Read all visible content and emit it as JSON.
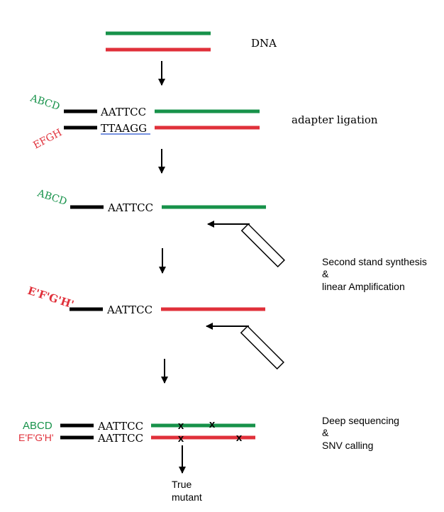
{
  "colors": {
    "green": "#17924a",
    "red": "#e0303a",
    "black": "#000000",
    "blue_underline": "#4a6fd6"
  },
  "icons": {
    "arrow": "arrow-icon",
    "primer": "primer-bar-icon",
    "mutation": "x-mark-icon"
  },
  "step1": {
    "label": "DNA"
  },
  "step2": {
    "label": "adapter ligation",
    "top_adapter": "ABCD",
    "bottom_adapter": "EFGH",
    "top_seq": "AATTCC",
    "bottom_seq": "TTAAGG"
  },
  "step3": {
    "adapter": "ABCD",
    "seq": "AATTCC"
  },
  "step4": {
    "adapter": "E'F'G'H'",
    "seq": "AATTCC",
    "label_line1": "Second stand synthesis",
    "label_line2": "&",
    "label_line3": "linear Amplification"
  },
  "step5": {
    "top_adapter": "ABCD",
    "bottom_adapter": "E'F'G'H'",
    "top_seq": "AATTCC",
    "bottom_seq": "AATTCC",
    "mark": "x",
    "label_line1": "Deep sequencing",
    "label_line2": "&",
    "label_line3": "SNV calling",
    "result_line1": "True",
    "result_line2": "mutant"
  }
}
